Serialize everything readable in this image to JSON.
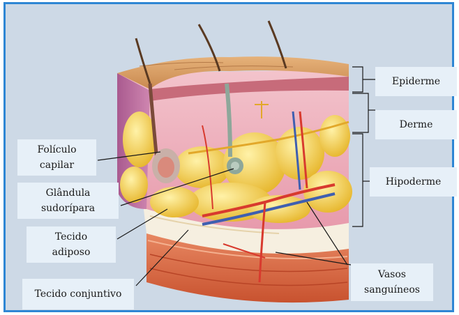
{
  "labels": {
    "epiderme": "Epiderme",
    "derme": "Derme",
    "hipoderme": "Hipoderme",
    "foliculo_l1": "Folículo",
    "foliculo_l2": "capilar",
    "glandula_l1": "Glândula",
    "glandula_l2": "sudorípara",
    "tecido_adiposo_l1": "Tecido",
    "tecido_adiposo_l2": "adiposo",
    "tecido_conjuntivo": "Tecido conjuntivo",
    "vasos_l1": "Vasos",
    "vasos_l2": "sanguíneos"
  },
  "colors": {
    "frame_border": "#2e86d4",
    "background": "#cdd9e6",
    "label_box": "#e7f0f8",
    "epidermis": "#d9a06a",
    "dermis": "#eeb3c0",
    "fat": "#f4cf4c",
    "artery": "#d83a2e",
    "vein": "#3f5fb0"
  }
}
